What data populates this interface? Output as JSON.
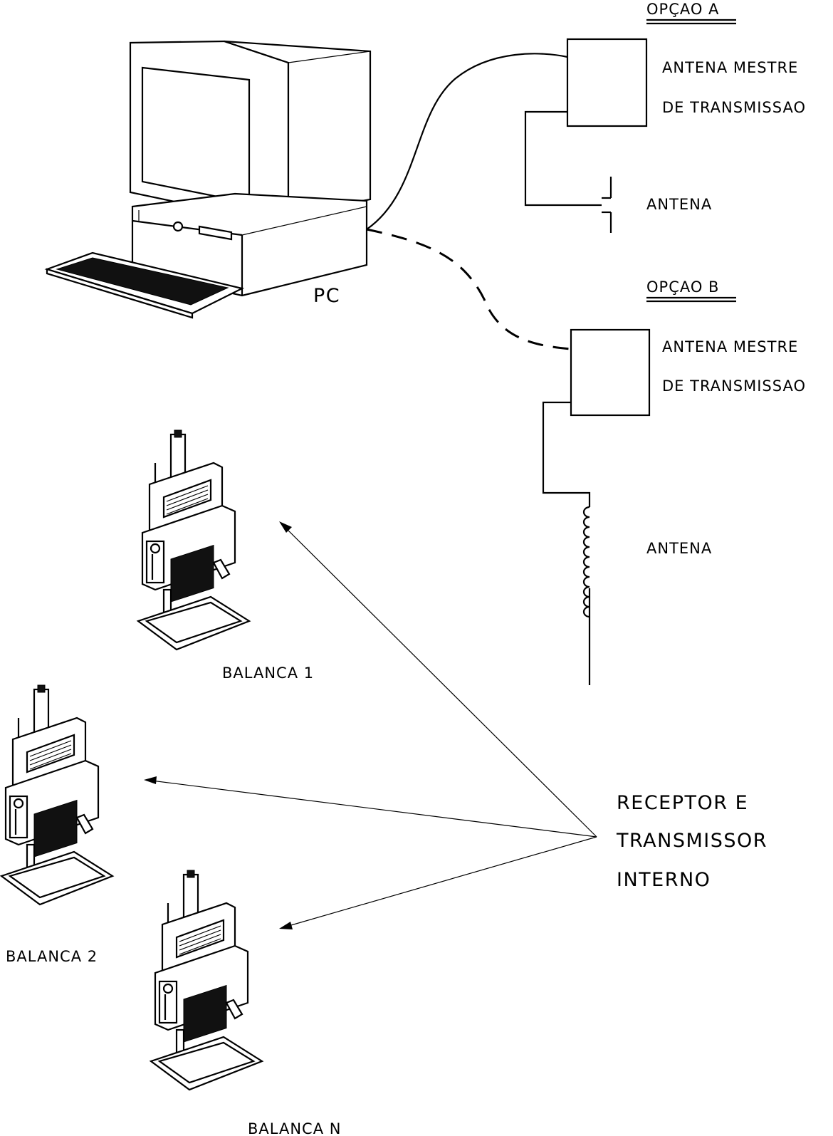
{
  "labels": {
    "option_a_title": "OPÇAO  A",
    "option_a_line1": "ANTENA  MESTRE",
    "option_a_line2": "DE  TRANSMISSAO",
    "option_a_antenna": "ANTENA",
    "option_b_title": "OPÇAO  B",
    "option_b_line1": "ANTENA  MESTRE",
    "option_b_line2": "DE  TRANSMISSAO",
    "option_b_antenna": "ANTENA",
    "pc": "PC",
    "balanca_1": "BALANCA  1",
    "balanca_2": "BALANCA  2",
    "balanca_n": "BALANCA  N",
    "receptor_line1": "RECEPTOR  E",
    "receptor_line2": "TRANSMISSOR",
    "receptor_line3": "INTERNO"
  },
  "icons": [
    "computer-icon",
    "keyboard-icon",
    "scale-icon",
    "antenna-icon",
    "coil-antenna-icon"
  ]
}
